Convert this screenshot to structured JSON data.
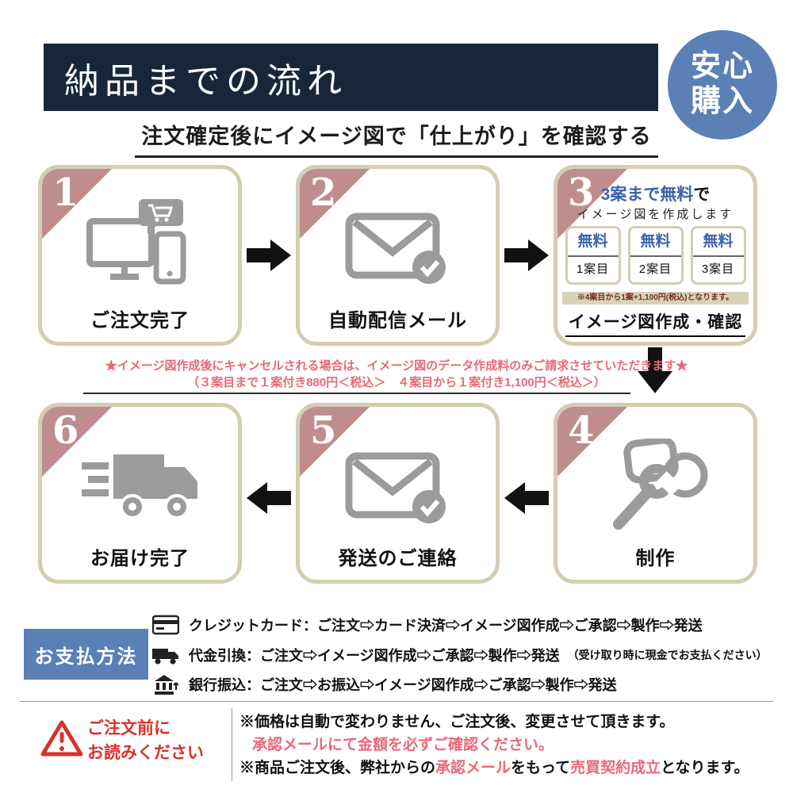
{
  "header": {
    "title": "納品までの流れ",
    "badge": {
      "line1": "安心",
      "line2": "購入"
    }
  },
  "subtitle": "注文確定後にイメージ図で「仕上がり」を確認する",
  "palette": {
    "navy": "#17263b",
    "badge_blue": "#5b80b5",
    "card_border_beige": "#d3cdb4",
    "ribbon_rose": "#bf8d8d",
    "icon_gray": "#9b9b9b",
    "free_blue": "#3b63a8",
    "note_pink": "#e66a78",
    "warning_red": "#d9322a"
  },
  "steps": [
    {
      "number": "1",
      "label": "ご注文完了"
    },
    {
      "number": "2",
      "label": "自動配信メール"
    },
    {
      "number": "3",
      "label": "イメージ図作成・確認",
      "free_heading": "3案まで無料",
      "free_heading_suffix": "で",
      "free_sub": "イメージ図を作成します",
      "plans": [
        {
          "badge": "無料",
          "name": "1案目"
        },
        {
          "badge": "無料",
          "name": "2案目"
        },
        {
          "badge": "無料",
          "name": "3案目"
        }
      ],
      "note": "※4案目から1案+1,100円(税込)となります。"
    },
    {
      "number": "4",
      "label": "制作"
    },
    {
      "number": "5",
      "label": "発送のご連絡"
    },
    {
      "number": "6",
      "label": "お届け完了"
    }
  ],
  "cancel_note": {
    "line1": "★イメージ図作成後にキャンセルされる場合は、イメージ図のデータ作成料のみご請求させていただきます★",
    "line2": "（３案目まで１案付き880円＜税込＞　４案目から１案付き1,100円＜税込＞）"
  },
  "payment": {
    "title": "お支払方法",
    "methods": [
      {
        "icon": "credit-card-icon",
        "text": "クレジットカード：ご注文⇨カード決済⇨イメージ図作成⇨ご承認⇨製作⇨発送",
        "note": ""
      },
      {
        "icon": "cod-truck-icon",
        "text": "代金引換：ご注文⇨イメージ図作成⇨ご承認⇨製作⇨発送",
        "note": "（受け取り時に現金でお支払ください）"
      },
      {
        "icon": "bank-icon",
        "text": "銀行振込：ご注文⇨お振込⇨イメージ図作成⇨ご承認⇨製作⇨発送",
        "note": ""
      }
    ]
  },
  "notice": {
    "title_line1": "ご注文前に",
    "title_line2": "お読みください",
    "line1": "※価格は自動で変わりません、ご注文後、変更させて頂きます。",
    "line2": "承認メールにて金額を必ずご確認ください。",
    "line3_pre": "※商品ご注文後、弊社からの",
    "line3_red1": "承認メール",
    "line3_mid": "をもって",
    "line3_red2": "売買契約成立",
    "line3_end": "となります。"
  }
}
